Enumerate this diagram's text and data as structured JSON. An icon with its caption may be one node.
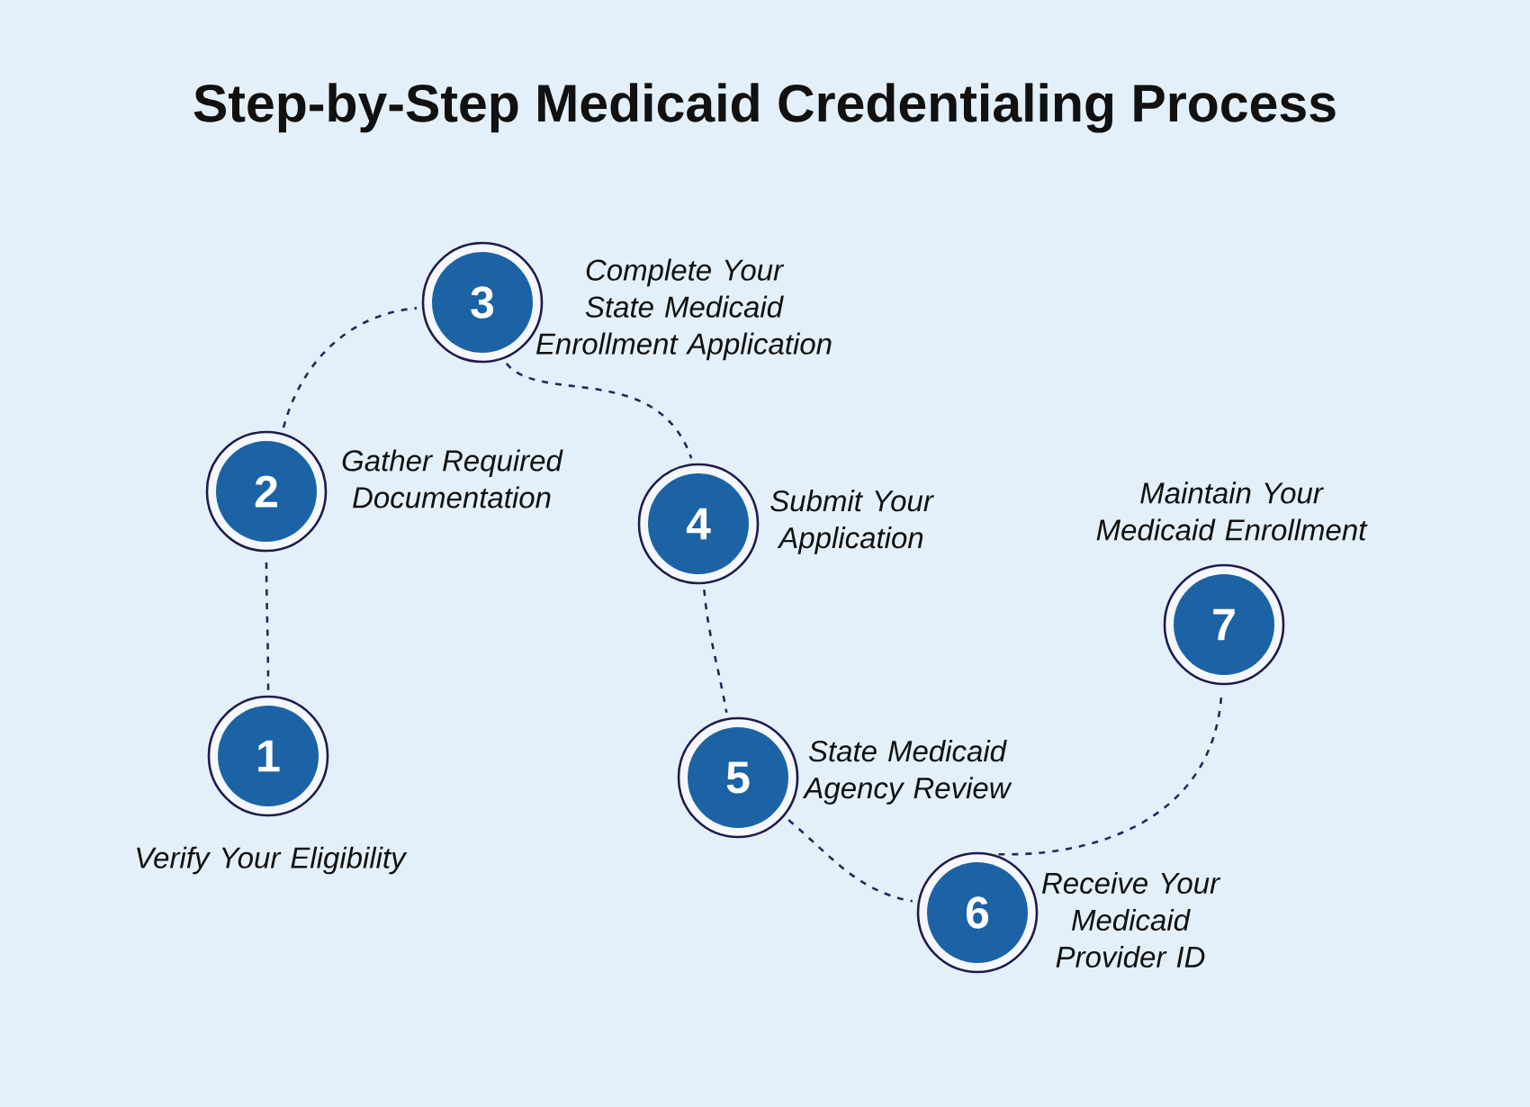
{
  "diagram": {
    "title": "Step-by-Step Medicaid Credentialing Process",
    "nodes": [
      {
        "text": [
          "1"
        ],
        "beside": [
          "Verify Your Eligibility"
        ]
      },
      {
        "text": [
          "2"
        ],
        "beside": [
          "Gather Required Documentation"
        ]
      },
      {
        "text": [
          "3"
        ],
        "beside": [
          "Complete Your State Medicaid Enrollment Application"
        ]
      },
      {
        "text": [
          "4"
        ],
        "beside": [
          "Submit Your Application"
        ]
      },
      {
        "text": [
          "5"
        ],
        "beside": [
          "State Medicaid Agency Review"
        ]
      },
      {
        "text": [
          "6"
        ],
        "beside": [
          "Receive Your Medicaid Provider ID"
        ]
      },
      {
        "text": [
          "7"
        ],
        "beside": [
          "Maintain Your Medicaid Enrollment"
        ]
      }
    ],
    "edges": [
      {
        "from": 0,
        "to": 1,
        "arrow": "none",
        "style": "dashed"
      },
      {
        "from": 1,
        "to": 2,
        "arrow": "none",
        "style": "dashed"
      },
      {
        "from": 2,
        "to": 3,
        "arrow": "none",
        "style": "dashed"
      },
      {
        "from": 3,
        "to": 4,
        "arrow": "none",
        "style": "dashed"
      },
      {
        "from": 4,
        "to": 5,
        "arrow": "none",
        "style": "dashed"
      },
      {
        "from": 5,
        "to": 6,
        "arrow": "none",
        "style": "dashed"
      }
    ]
  }
}
